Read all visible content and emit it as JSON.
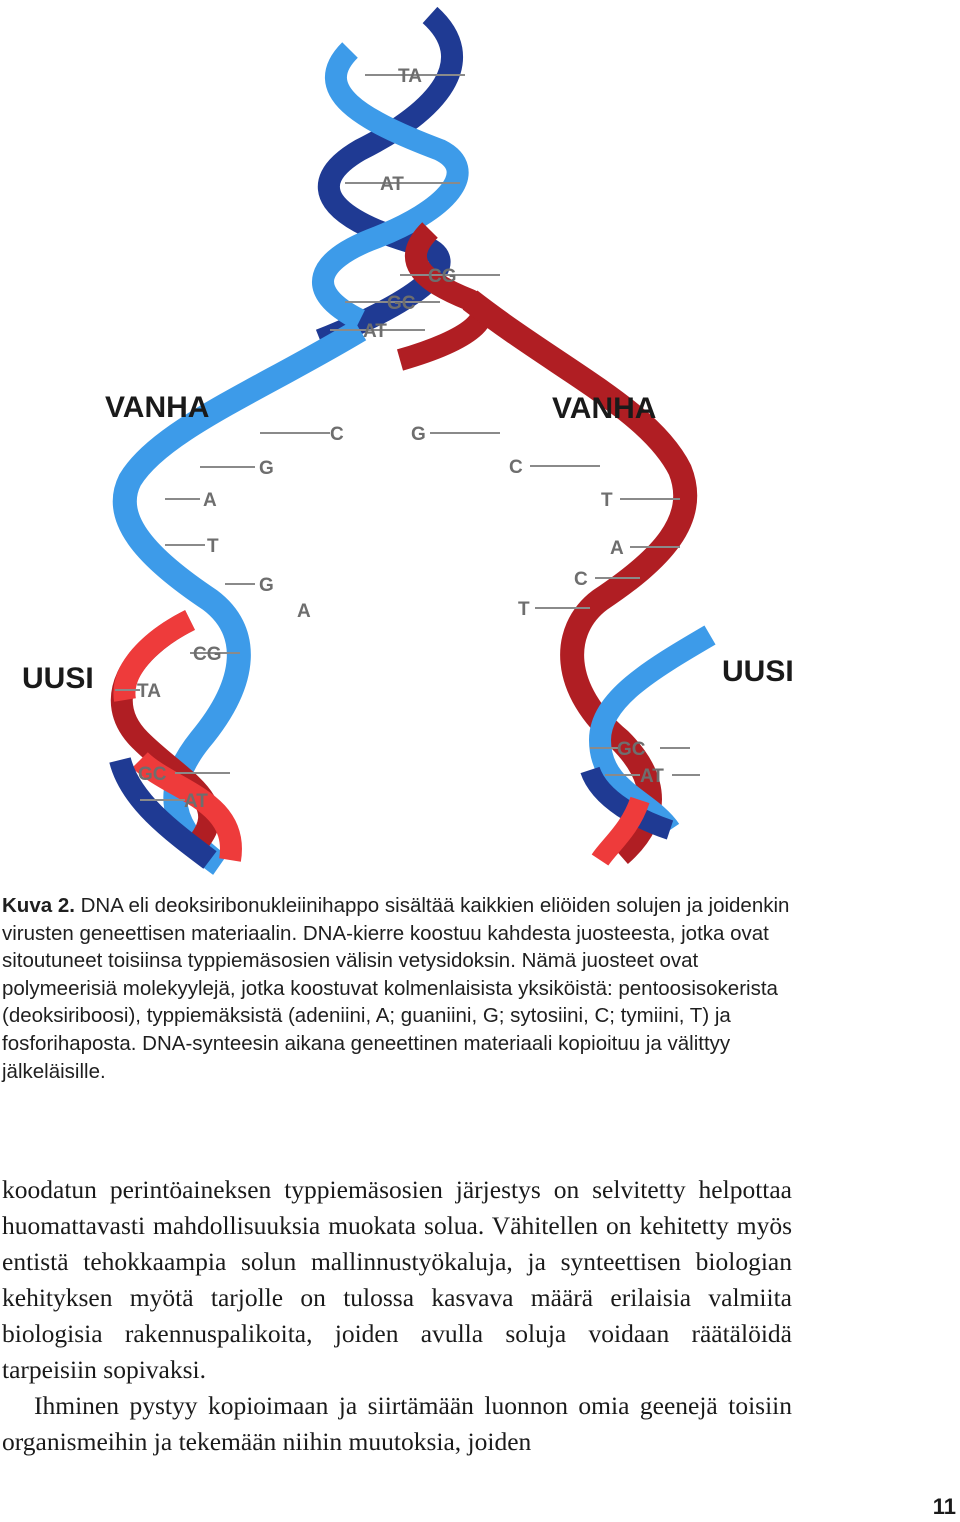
{
  "figure": {
    "labels_old": [
      "VANHA",
      "VANHA"
    ],
    "labels_new": [
      "UUSI",
      "UUSI"
    ],
    "base_pairs_top": [
      "TA",
      "AT",
      "CG",
      "GC",
      "AT"
    ],
    "bases_left_old": [
      "C",
      "G",
      "A",
      "T",
      "G",
      "A"
    ],
    "bases_right_old": [
      "G",
      "C",
      "T",
      "A",
      "C",
      "T"
    ],
    "pairs_left_new": [
      "CG",
      "TA",
      "GC",
      "AT"
    ],
    "pairs_right_new": [
      "GC",
      "AT"
    ],
    "colors": {
      "dark_blue": "#1f3a93",
      "light_blue": "#3d9be9",
      "dark_red": "#b01e23",
      "light_red": "#ee3b3b"
    }
  },
  "caption": {
    "lead": "Kuva 2.",
    "text": " DNA eli deoksiribonukleiinihappo sisältää kaikkien eliöiden solujen ja joidenkin virusten geneettisen materiaalin. DNA-kierre koostuu kahdesta juosteesta, jotka ovat sitoutuneet toisiinsa typpiemäsosien välisin vety­sidoksin. Nämä juosteet ovat polymeerisiä molekyylejä, jotka koostuvat kolmenlaisista yksiköistä: pentoosisokerista (deoksiriboosi), typpiemäksistä (adeniini, A; guaniini, G; sytosiini, C; tymiini, T) ja fosforihaposta. DNA-syn­teesin aikana geneettinen materiaali kopioituu ja välittyy jälkeläisille."
  },
  "body": {
    "paragraph1": "koodatun perintöaineksen typpiemäsosien järjestys on selvitetty helpottaa huomattavasti mahdollisuuksia muokata solua. Vähi­tellen on kehitetty myös entistä tehokkaampia solun mallinnus­työkaluja, ja synteettisen biologian kehityksen myötä tarjolle on tulossa kasvava määrä erilaisia valmiita biologisia rakennuspali­koita, joiden avulla soluja voidaan räätälöidä tarpeisiin sopivaksi.",
    "paragraph2": "Ihminen pystyy kopioimaan ja siirtämään luonnon omia gee­nejä toisiin organismeihin ja tekemään niihin muutoksia, joiden"
  },
  "page_number": "11"
}
